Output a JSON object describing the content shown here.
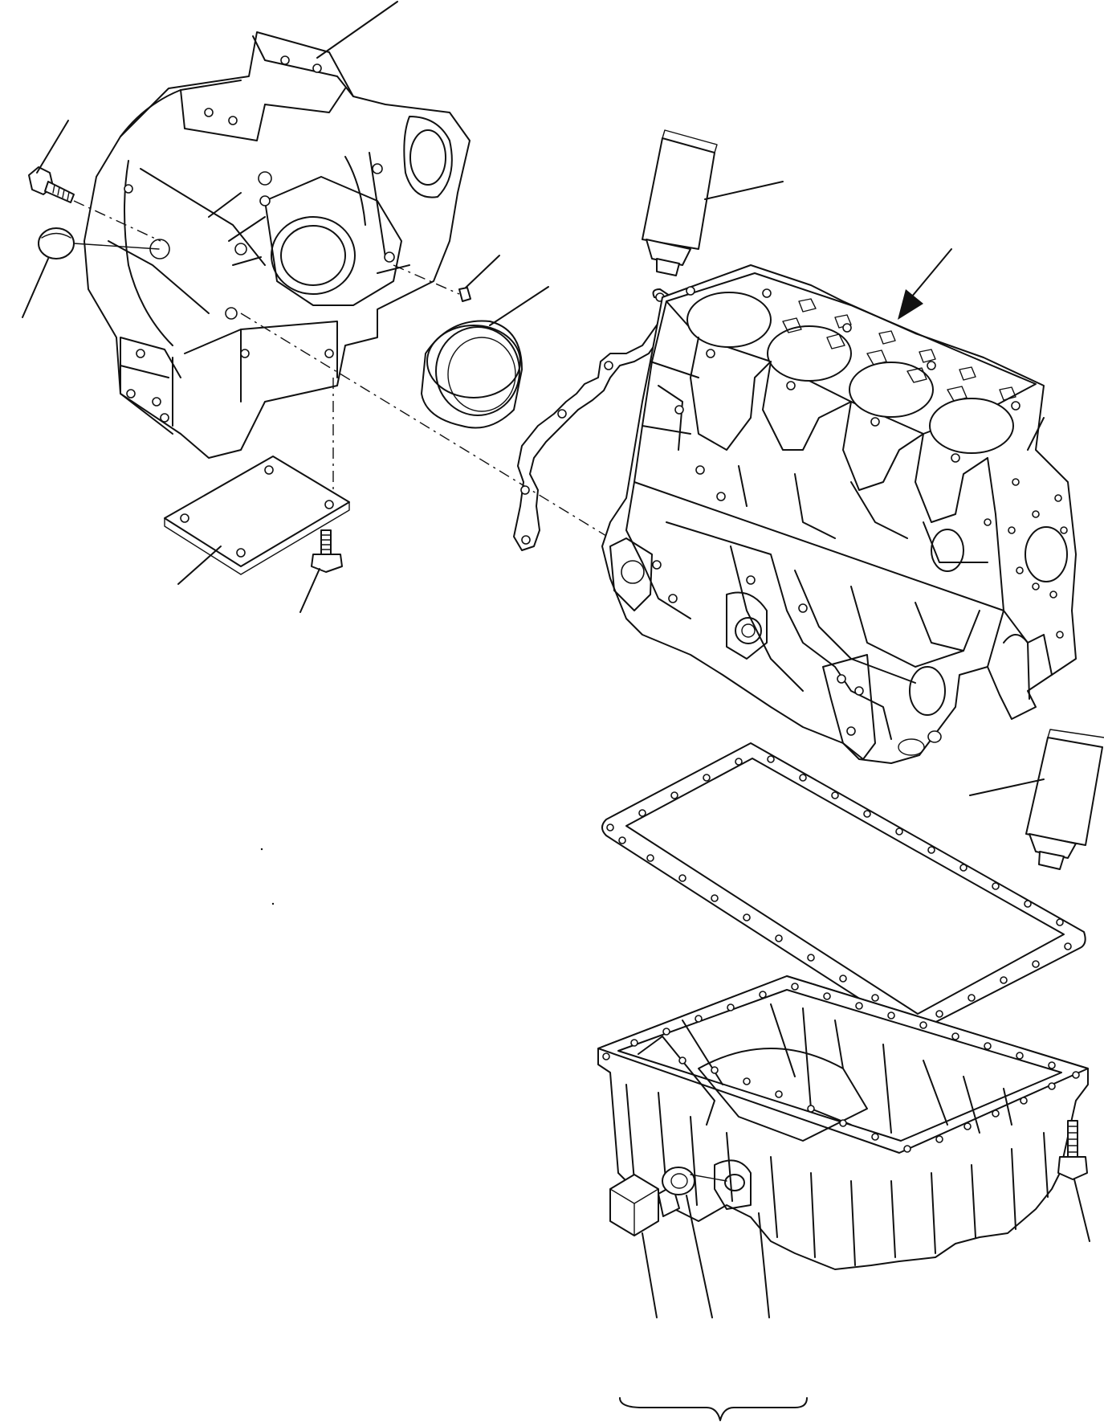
{
  "diagram": {
    "kind": "exploded-parts-view",
    "colors": {
      "line": "#111111",
      "background": "#ffffff"
    },
    "parts": [
      {
        "id": "flywheel-housing",
        "icon": "flywheel-housing-icon"
      },
      {
        "id": "housing-bolt",
        "icon": "bolt-icon"
      },
      {
        "id": "housing-plug",
        "icon": "plug-icon"
      },
      {
        "id": "dowel-pin",
        "icon": "pin-icon"
      },
      {
        "id": "crankshaft-oil-seal",
        "icon": "seal-ring-icon"
      },
      {
        "id": "sealant-tube-upper",
        "icon": "sealant-tube-icon"
      },
      {
        "id": "rear-gasket",
        "icon": "gasket-icon"
      },
      {
        "id": "cylinder-block",
        "icon": "engine-block-icon"
      },
      {
        "id": "cover-plate",
        "icon": "cover-plate-icon"
      },
      {
        "id": "cover-bolt",
        "icon": "bolt-icon"
      },
      {
        "id": "sealant-tube-lower",
        "icon": "sealant-tube-icon"
      },
      {
        "id": "oil-pan-gasket",
        "icon": "gasket-icon"
      },
      {
        "id": "oil-pan",
        "icon": "oil-pan-icon"
      },
      {
        "id": "oil-pan-bolt",
        "icon": "bolt-icon"
      },
      {
        "id": "drain-plug",
        "icon": "plug-icon"
      },
      {
        "id": "drain-washer",
        "icon": "washer-icon"
      }
    ]
  }
}
